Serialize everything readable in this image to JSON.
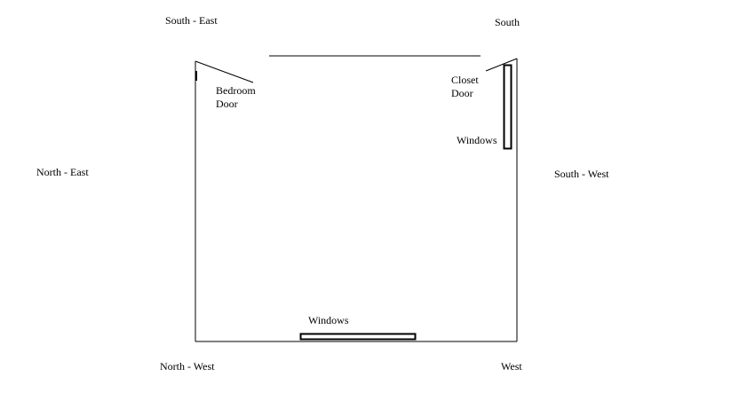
{
  "compass": {
    "south_east": "South - East",
    "south": "South",
    "north_east": "North - East",
    "south_west": "South - West",
    "north_west": "North - West",
    "west": "West"
  },
  "labels": {
    "bedroom_door": [
      "Bedroom",
      "Door"
    ],
    "closet_door": [
      "Closet",
      "Door"
    ],
    "windows_right": "Windows",
    "windows_bottom": "Windows"
  }
}
